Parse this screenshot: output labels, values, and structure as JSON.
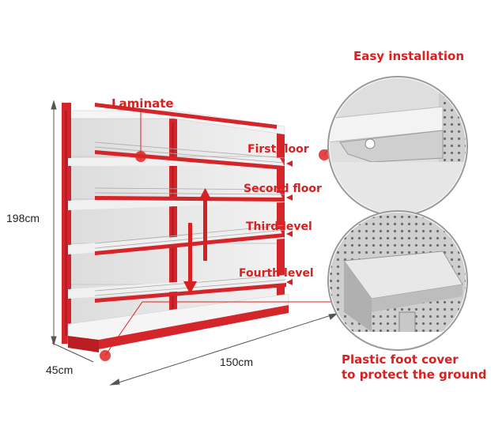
{
  "dimensions": {
    "height": "198cm",
    "depth": "45cm",
    "width": "150cm"
  },
  "shelf_labels": {
    "laminate": "Laminate",
    "first": "First floor",
    "second": "Second floor",
    "third": "Third level",
    "fourth": "Fourth level"
  },
  "features": {
    "top": "Easy installation",
    "bottom_line1": "Plastic foot cover",
    "bottom_line2": "to protect the ground"
  },
  "colors": {
    "frame": "#d4252b",
    "panel": "#e6e6e6",
    "accent_text": "#d82020"
  }
}
